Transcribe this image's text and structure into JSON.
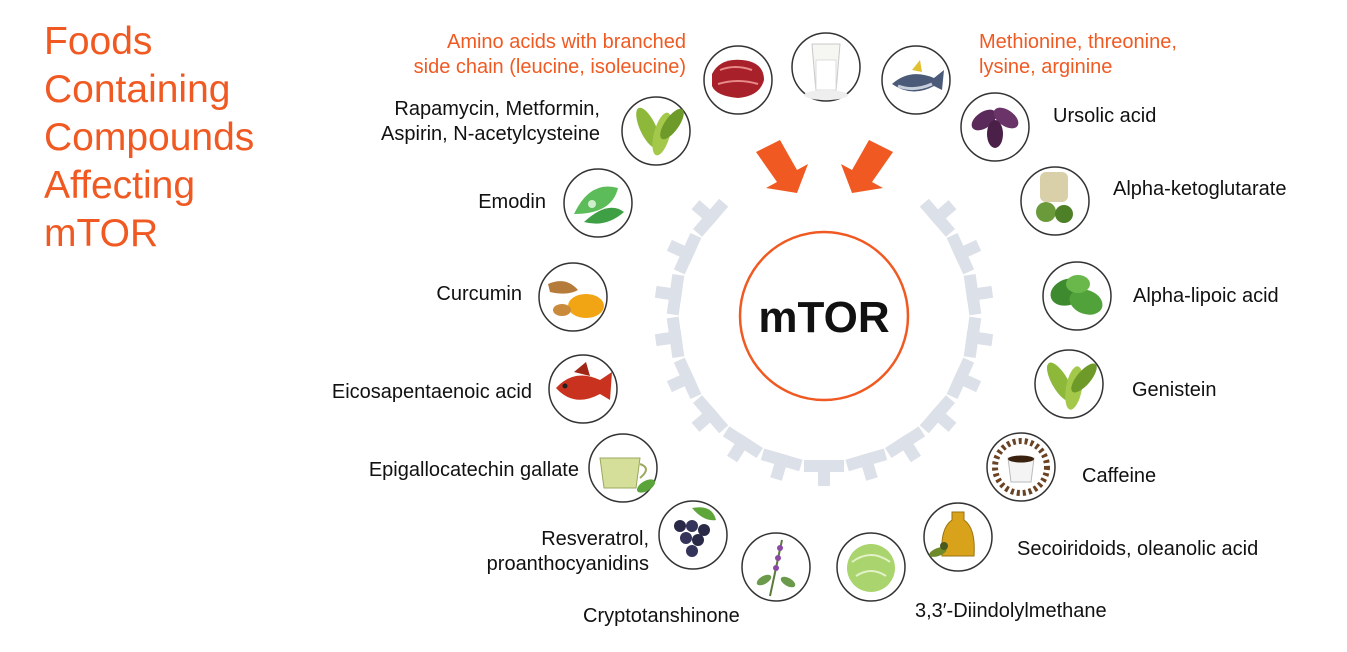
{
  "title_lines": [
    "Foods",
    "Containing",
    "Compounds",
    "Affecting",
    "mTOR"
  ],
  "center_label": "mTOR",
  "colors": {
    "accent": "#f05a22",
    "ring_segments": "#dce0e8",
    "text": "#111111",
    "node_border": "#333333"
  },
  "inputs_left": {
    "line1": "Amino acids with branched",
    "line2": "side chain (leucine, isoleucine)"
  },
  "inputs_right": {
    "line1": "Methionine, threonine,",
    "line2": "lysine, arginine"
  },
  "compounds": [
    {
      "id": "rapamycin",
      "line1": "Rapamycin, Metformin,",
      "line2": "Aspirin, N-acetylcysteine",
      "icon": "edamame-pods-icon"
    },
    {
      "id": "emodin",
      "line1": "Emodin",
      "icon": "aloe-vera-icon"
    },
    {
      "id": "curcumin",
      "line1": "Curcumin",
      "icon": "turmeric-icon"
    },
    {
      "id": "epa",
      "line1": "Eicosapentaenoic acid",
      "icon": "fish-icon"
    },
    {
      "id": "egcg",
      "line1": "Epigallocatechin gallate",
      "icon": "green-tea-icon"
    },
    {
      "id": "resveratrol",
      "line1": "Resveratrol,",
      "line2": "proanthocyanidins",
      "icon": "grapes-icon"
    },
    {
      "id": "cryptotanshinone",
      "line1": "Cryptotanshinone",
      "icon": "sage-flower-icon"
    },
    {
      "id": "diindolylmethane",
      "line1": "3,3′-Diindolylmethane",
      "icon": "cabbage-icon"
    },
    {
      "id": "secoiridoids",
      "line1": "Secoiridoids,  oleanolic acid",
      "icon": "olive-oil-icon"
    },
    {
      "id": "caffeine",
      "line1": "Caffeine",
      "icon": "coffee-cup-icon"
    },
    {
      "id": "genistein",
      "line1": "Genistein",
      "icon": "soybean-pods-icon"
    },
    {
      "id": "alpha-lipoic",
      "line1": "Alpha-lipoic acid",
      "icon": "spinach-icon"
    },
    {
      "id": "alpha-ketoglutarate",
      "line1": "Alpha-ketoglutarate",
      "icon": "brussels-sprouts-icon"
    },
    {
      "id": "ursolic",
      "line1": "Ursolic acid",
      "icon": "basil-icon"
    }
  ],
  "food_icons_top": [
    "beef-meat-icon",
    "milk-glass-icon",
    "tuna-fish-icon"
  ]
}
